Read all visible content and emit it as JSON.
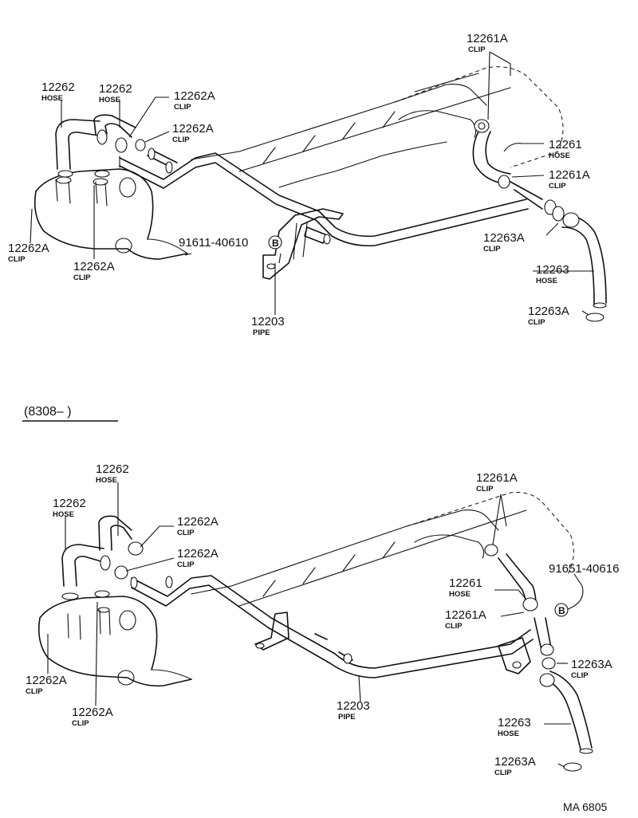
{
  "section_header": "(8308–        )",
  "reference_code": "MA  6805",
  "marker": "B",
  "top": {
    "callouts": [
      {
        "number": "12261A",
        "type": "CLIP"
      },
      {
        "number": "12262",
        "type": "HOSE"
      },
      {
        "number": "12262",
        "type": "HOSE"
      },
      {
        "number": "12262A",
        "type": "CLIP"
      },
      {
        "number": "12262A",
        "type": "CLIP"
      },
      {
        "number": "12261",
        "type": "HOSE"
      },
      {
        "number": "12261A",
        "type": "CLIP"
      },
      {
        "number": "12262A",
        "type": "CLIP"
      },
      {
        "number": "12262A",
        "type": "CLIP"
      },
      {
        "number": "91611-40610",
        "type": ""
      },
      {
        "number": "12263A",
        "type": "CLIP"
      },
      {
        "number": "12263",
        "type": "HOSE"
      },
      {
        "number": "12203",
        "type": "PIPE"
      },
      {
        "number": "12263A",
        "type": "CLIP"
      }
    ]
  },
  "bottom": {
    "callouts": [
      {
        "number": "12262",
        "type": "HOSE"
      },
      {
        "number": "12262",
        "type": "HOSE"
      },
      {
        "number": "12262A",
        "type": "CLIP"
      },
      {
        "number": "12262A",
        "type": "CLIP"
      },
      {
        "number": "12261A",
        "type": "CLIP"
      },
      {
        "number": "91651-40616",
        "type": ""
      },
      {
        "number": "12261",
        "type": "HOSE"
      },
      {
        "number": "12261A",
        "type": "CLIP"
      },
      {
        "number": "12263A",
        "type": "CLIP"
      },
      {
        "number": "12262A",
        "type": "CLIP"
      },
      {
        "number": "12262A",
        "type": "CLIP"
      },
      {
        "number": "12203",
        "type": "PIPE"
      },
      {
        "number": "12263",
        "type": "HOSE"
      },
      {
        "number": "12263A",
        "type": "CLIP"
      }
    ]
  }
}
